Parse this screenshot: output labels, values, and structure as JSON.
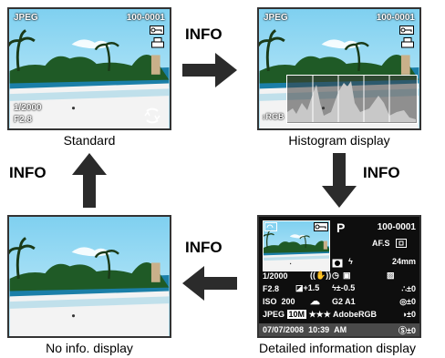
{
  "screens": {
    "standard": {
      "caption": "Standard",
      "format": "JPEG",
      "file_number": "100-0001",
      "shutter": "1/2000",
      "aperture": "F2.8"
    },
    "histogram": {
      "caption": "Histogram display",
      "format": "JPEG",
      "file_number": "100-0001",
      "channel": "RGB"
    },
    "detailed": {
      "caption": "Detailed information display",
      "mode": "P",
      "file_number": "100-0001",
      "af_mode": "AF.S",
      "focal_length": "24mm",
      "shutter": "1/2000",
      "aperture": "F2.8",
      "exposure_comp": "+1.5",
      "flash_comp": "-0.5",
      "iso_label": "ISO",
      "iso_value": "200",
      "wb_fine": "G2 A1",
      "format": "JPEG",
      "resolution": "10M",
      "quality": "★★★",
      "color_space": "AdobeRGB",
      "sharpness": "±0",
      "saturation": "±0",
      "contrast": "±0",
      "tone": "±0",
      "date": "07/07/2008",
      "time": "10:39",
      "ampm": "AM"
    },
    "noinfo": {
      "caption": "No info. display"
    }
  },
  "transitions": {
    "top": "INFO",
    "right": "INFO",
    "bottom": "INFO",
    "left": "INFO"
  },
  "icons": [
    "protect-key-icon",
    "print-icon",
    "rotate-icon",
    "metering-icon",
    "flash-icon",
    "shake-reduction-icon",
    "drive-icon",
    "exposure-comp-icon",
    "flash-comp-icon",
    "white-balance-cloudy-icon",
    "image-tone-icon",
    "af-point-icon"
  ],
  "colors": {
    "sky": "#8fd8f2",
    "sea": "#1b7fa8",
    "sand": "#f3f3f3",
    "arrow": "#2b2b2b"
  }
}
